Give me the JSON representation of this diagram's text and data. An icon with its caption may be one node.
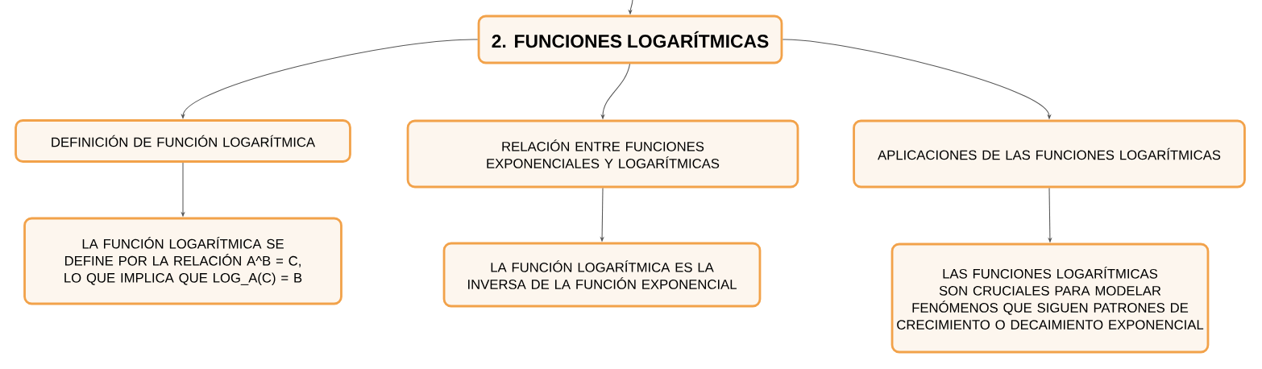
{
  "diagram": {
    "nodes": [
      {
        "text": [
          "2. FUNCIONES LOGARÍTMICAS"
        ]
      },
      {
        "text": [
          "DEFINICIÓN DE FUNCIÓN LOGARÍTMICA"
        ]
      },
      {
        "text": [
          "RELACIÓN ENTRE FUNCIONES EXPONENCIALES Y LOGARÍTMICAS"
        ]
      },
      {
        "text": [
          "APLICACIONES DE LAS FUNCIONES LOGARÍTMICAS"
        ]
      },
      {
        "text": [
          "LA FUNCIÓN LOGARÍTMICA SE DEFINE POR LA RELACIÓN A^B = C, LO QUE IMPLICA QUE LOG_A(C) = B"
        ]
      },
      {
        "text": [
          "LA FUNCIÓN LOGARÍTMICA ES LA INVERSA DE LA FUNCIÓN EXPONENCIAL"
        ]
      },
      {
        "text": [
          "LAS FUNCIONES LOGARÍTMICAS SON CRUCIALES PARA MODELAR FENÓMENOS QUE SIGUEN PATRONES DE CRECIMIENTO O DECAIMIENTO EXPONENCIAL"
        ]
      }
    ],
    "edges": [
      {
        "from": null,
        "to": 0,
        "arrow": "to"
      },
      {
        "from": 0,
        "to": 1,
        "arrow": "to"
      },
      {
        "from": 0,
        "to": 2,
        "arrow": "to"
      },
      {
        "from": 0,
        "to": 3,
        "arrow": "to"
      },
      {
        "from": 1,
        "to": 4,
        "arrow": "to"
      },
      {
        "from": 2,
        "to": 5,
        "arrow": "to"
      },
      {
        "from": 3,
        "to": 6,
        "arrow": "to"
      }
    ]
  }
}
